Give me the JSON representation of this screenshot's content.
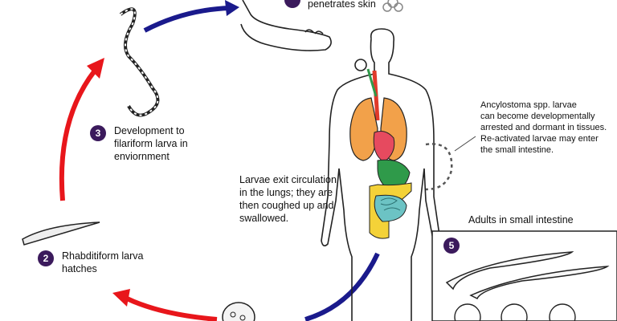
{
  "colors": {
    "arrow_red": "#e8161b",
    "arrow_blue": "#1a1a8c",
    "step_badge": "#3b1a5c",
    "lungs": "#f2a14a",
    "heart": "#e64a5f",
    "stomach": "#2f9a4a",
    "colon": "#f4d238",
    "small_intestine": "#6cc3c4",
    "esophagus": "#e03a2a"
  },
  "steps": [
    {
      "number": "2",
      "text": "Rhabditiform larva\nhatches"
    },
    {
      "number": "3",
      "text": "Development to\nfilariform larva in\nenviornment"
    },
    {
      "number": "",
      "text": "penetrates skin"
    },
    {
      "number": "5",
      "text": ""
    }
  ],
  "notes": {
    "lungs": "Larvae exit circulation\nin the lungs;  they are\nthen coughed up and\nswallowed.",
    "arrest": "Ancylostoma spp. larvae\ncan become developmentally\narrested and dormant in tissues.\nRe-activated larvae may enter\nthe small intestine.",
    "adults_title": "Adults in small intestine"
  },
  "icons": [
    "biohazard-icon"
  ]
}
